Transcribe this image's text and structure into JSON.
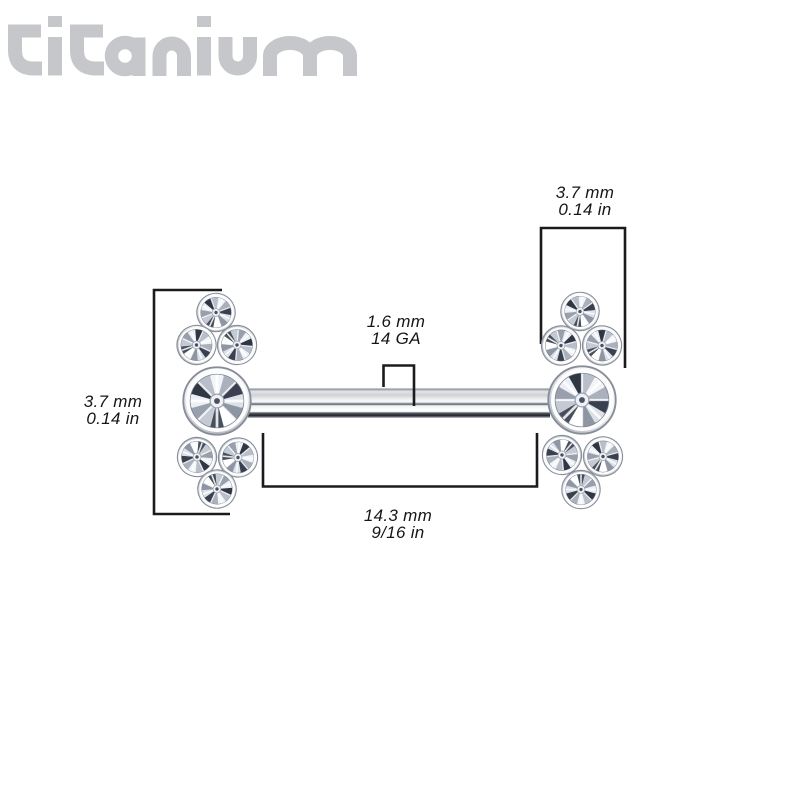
{
  "watermark": {
    "text": "titanium",
    "color": "#c6c7cb"
  },
  "annotations": {
    "cluster_height": {
      "line1": "3.7 mm",
      "line2": "0.14 in"
    },
    "cluster_width": {
      "line1": "3.7 mm",
      "line2": "0.14 in"
    },
    "bar_gauge": {
      "line1": "1.6 mm",
      "line2": "14 GA"
    },
    "bar_length": {
      "line1": "14.3 mm",
      "line2": "9/16 in"
    }
  },
  "colors": {
    "background": "#ffffff",
    "dimension_line": "#1b1b1b",
    "dimension_text": "#16161a",
    "watermark_gray": "#c6c7cb",
    "metal_highlight": "#ffffff",
    "metal_shadow": "#23272e"
  }
}
